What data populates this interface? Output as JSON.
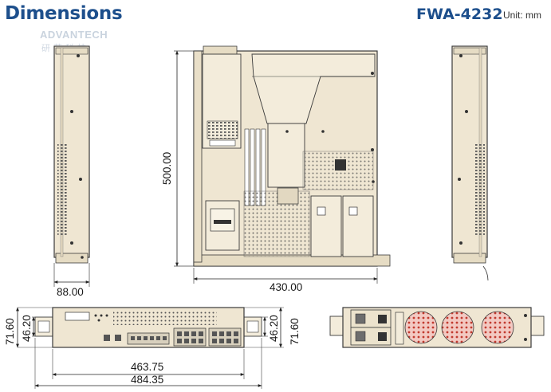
{
  "header": {
    "title": "Dimensions",
    "model": "FWA-4232",
    "unit": "Unit: mm"
  },
  "watermark": {
    "brand": "ADVANTECH",
    "chinese": "研華科技"
  },
  "dimensions": {
    "side_width": "88.00",
    "depth": "500.00",
    "top_width": "430.00",
    "height_outer": "71.60",
    "height_inner": "46.20",
    "front_inner_width": "463.75",
    "front_outer_width": "484.35"
  },
  "colors": {
    "chassis": "#efe6d2",
    "outline": "#3a3a3a",
    "title_blue": "#1d4f8c",
    "fan_red": "#c23a2e"
  }
}
